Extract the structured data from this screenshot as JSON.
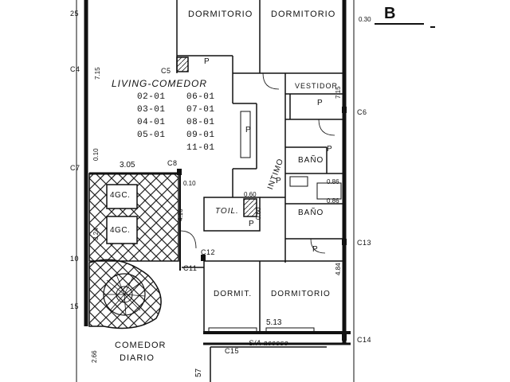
{
  "sheet": {
    "letter": "B"
  },
  "rooms": {
    "dormitorio_top_left": "DORMITORIO",
    "dormitorio_top_right": "DORMITORIO",
    "vestidor": "VESTIDOR",
    "living_comedor": "LIVING-COMEDOR",
    "bano_upper": "BAÑO",
    "bano_lower": "BAÑO",
    "intimo": "INTIMO",
    "toilette": "TOIL.",
    "dormit_small": "DORMIT.",
    "dormitorio_bottom": "DORMITORIO",
    "comedor_diario": [
      "COMEDOR",
      "DIARIO"
    ],
    "sin_acceso": "S/A acceso"
  },
  "units": {
    "left_column": [
      "02-01",
      "03-01",
      "04-01",
      "05-01"
    ],
    "right_column": [
      "06-01",
      "07-01",
      "08-01",
      "09-01",
      "11-01"
    ]
  },
  "columns": [
    "C5",
    "C6",
    "C8",
    "C11",
    "C12",
    "C13",
    "C14",
    "C15"
  ],
  "edge_marks": [
    "C4",
    "C7",
    "10",
    "25",
    "15"
  ],
  "door_marks": [
    "P",
    "P",
    "P",
    "P",
    "P",
    "P",
    "P"
  ],
  "appliances": [
    "4GC.",
    "4GC."
  ],
  "dimensions": {
    "d_0_30": "0.30",
    "d_7_15_left": "7.15",
    "d_7_15_right": "7.15",
    "d_0_10_a": "0.10",
    "d_0_10_b": "0.10",
    "d_3_05": "3.05",
    "d_0_86_a": "0.86",
    "d_0_86_b": "0.86",
    "d_0_60_a": "0.60",
    "d_0_60_b": "0.60",
    "d_4_16": "4.16",
    "d_4_84": "4.84",
    "d_5_13": "5.13",
    "d_2_66": "2.66",
    "d_3_24": "3.24",
    "d_57": "57"
  },
  "colors": {
    "ink": "#111111",
    "paper": "#ffffff",
    "hatch": "#222222"
  }
}
